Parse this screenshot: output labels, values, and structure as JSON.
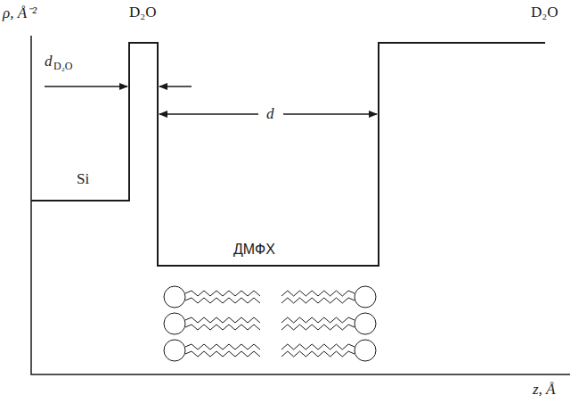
{
  "diagram": {
    "labels": [
      "ρ, Å⁻²",
      "D₂O",
      "d",
      "D₂O",
      "Si",
      "d",
      "ДМФХ",
      "D₂O",
      "z, Å"
    ]
  }
}
